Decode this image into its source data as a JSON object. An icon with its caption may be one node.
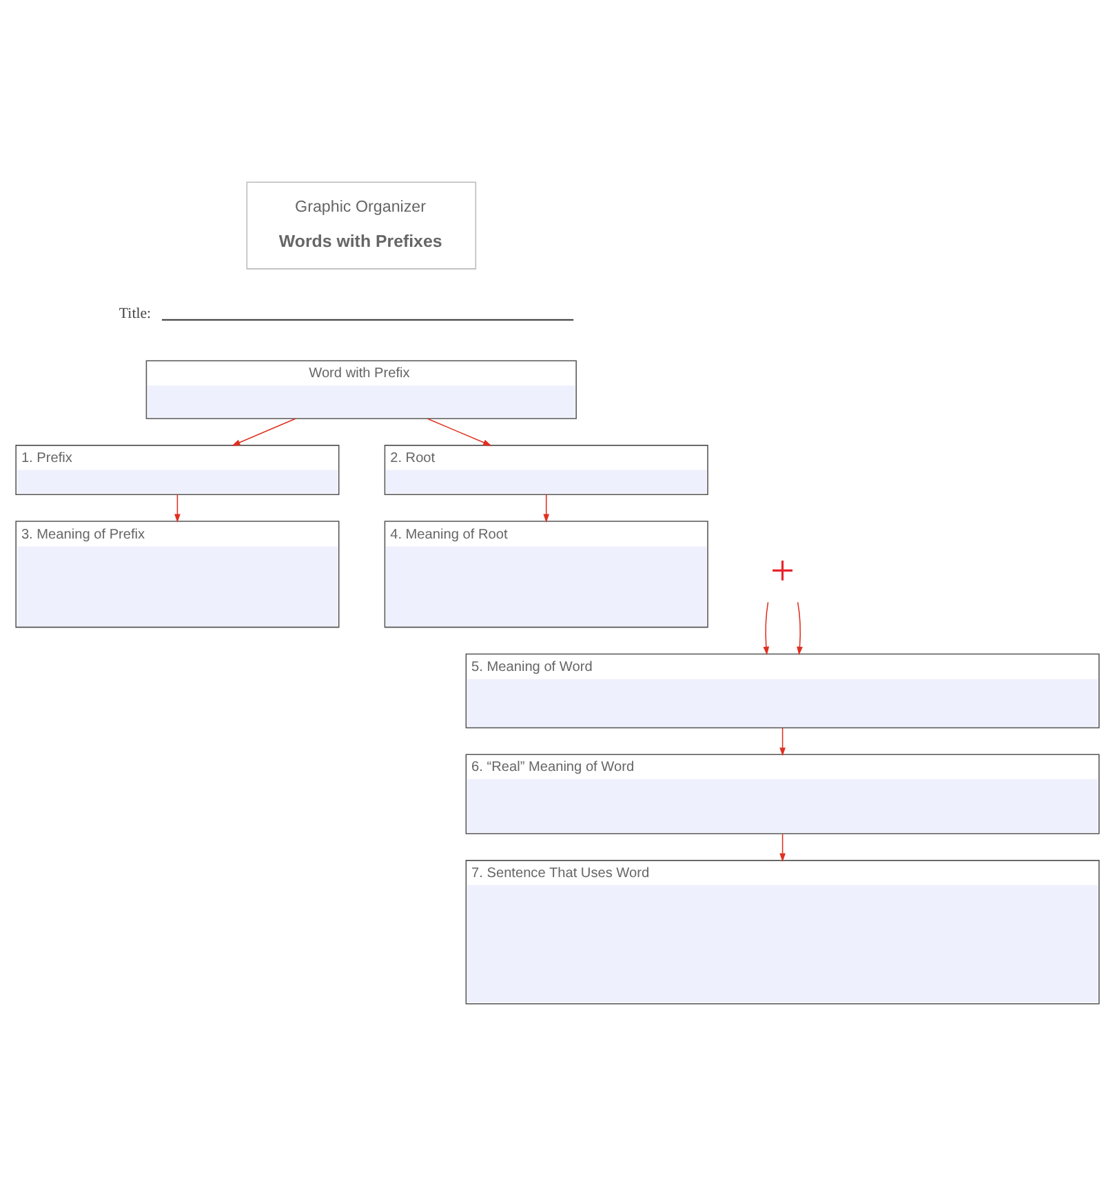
{
  "diagram": {
    "nodes": [
      {
        "text": [
          "Graphic Organizer",
          "Words with Prefixes"
        ]
      },
      {
        "text": [
          "Word with Prefix"
        ]
      },
      {
        "text": [
          "1. Prefix"
        ]
      },
      {
        "text": [
          "2. Root"
        ]
      },
      {
        "text": [
          "3. Meaning of Prefix"
        ]
      },
      {
        "text": [
          "4. Meaning of Root"
        ]
      },
      {
        "text": [
          "+"
        ]
      },
      {
        "text": [
          "5. Meaning of Word"
        ]
      },
      {
        "text": [
          "6. “Real” Meaning of Word"
        ]
      },
      {
        "text": [
          "7. Sentence That Uses Word"
        ]
      }
    ],
    "edges": [
      {
        "from": 1,
        "to": 2,
        "arrow": "to"
      },
      {
        "from": 1,
        "to": 3,
        "arrow": "to"
      },
      {
        "from": 2,
        "to": 4,
        "arrow": "to"
      },
      {
        "from": 3,
        "to": 5,
        "arrow": "to"
      },
      {
        "from": 6,
        "to": 7,
        "arrow": "to"
      },
      {
        "from": 6,
        "to": 7,
        "arrow": "to"
      },
      {
        "from": 7,
        "to": 8,
        "arrow": "to"
      },
      {
        "from": 8,
        "to": 9,
        "arrow": "to"
      }
    ],
    "labels": [
      "Title:"
    ]
  }
}
